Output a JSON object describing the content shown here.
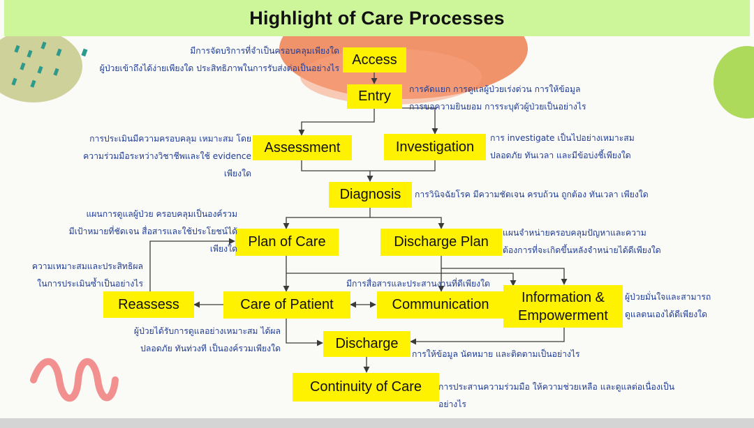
{
  "title": "Highlight of Care Processes",
  "colors": {
    "title_bar": "#cdf59a",
    "node_fill": "#fff200",
    "note_text": "#1f3c94",
    "connector": "#3a3a3a",
    "orange_blob": "#f08a5d",
    "green_blob": "#a5d64a"
  },
  "nodes": {
    "access": "Access",
    "entry": "Entry",
    "assessment": "Assessment",
    "investigation": "Investigation",
    "diagnosis": "Diagnosis",
    "plan_of_care": "Plan of Care",
    "discharge_plan": "Discharge Plan",
    "reassess": "Reassess",
    "care_of_patient": "Care of Patient",
    "communication": "Communication",
    "information_empowerment": "Information & Empowerment",
    "discharge": "Discharge",
    "continuity_of_care": "Continuity of Care"
  },
  "notes": {
    "access": [
      "มีการจัดบริการที่จำเป็นครอบคลุมเพียงใด",
      "ผู้ป่วยเข้าถึงได้ง่ายเพียงใด ประสิทธิภาพในการรับส่งต่อเป็นอย่างไร"
    ],
    "entry": [
      "การคัดแยก การดูแลผู้ป่วยเร่งด่วน การให้ข้อมูล",
      "การขอความยินยอม การระบุตัวผู้ป่วยเป็นอย่างไร"
    ],
    "assessment": [
      "การประเมินมีความครอบคลุม เหมาะสม โดย",
      "ความร่วมมือระหว่างวิชาชีพและใช้ evidence",
      "เพียงใด"
    ],
    "investigation": [
      "การ investigate เป็นไปอย่างเหมาะสม",
      "ปลอดภัย ทันเวลา และมีข้อบ่งชี้เพียงใด"
    ],
    "diagnosis": [
      "การวินิจฉัยโรค มีความชัดเจน ครบถ้วน ถูกต้อง ทันเวลา เพียงใด"
    ],
    "plan_of_care": [
      "แผนการดูแลผู้ป่วย ครอบคลุมเป็นองค์รวม",
      "มีเป้าหมายที่ชัดเจน สื่อสารและใช้ประโยชน์ได้",
      "เพียงใด"
    ],
    "discharge_plan": [
      "แผนจำหน่ายครอบคลุมปัญหาและความ",
      "ต้องการที่จะเกิดขึ้นหลังจำหน่ายได้ดีเพียงใด"
    ],
    "reassess": [
      "ความเหมาะสมและประสิทธิผล",
      "ในการประเมินซ้ำเป็นอย่างไร"
    ],
    "communication": [
      "มีการสื่อสารและประสานงานที่ดีเพียงใด"
    ],
    "information_empowerment": [
      "ผู้ป่วยมั่นใจและสามารถ",
      "ดูแลตนเองได้ดีเพียงใด"
    ],
    "care_of_patient": [
      "ผู้ป่วยได้รับการดูแลอย่างเหมาะสม ได้ผล",
      "ปลอดภัย ทันท่วงที เป็นองค์รวมเพียงใด"
    ],
    "discharge": [
      "การให้ข้อมูล นัดหมาย และติดตามเป็นอย่างไร"
    ],
    "continuity_of_care": [
      "การประสานความร่วมมือ ให้ความช่วยเหลือ และดูแลต่อเนื่องเป็น",
      "อย่างไร"
    ]
  }
}
